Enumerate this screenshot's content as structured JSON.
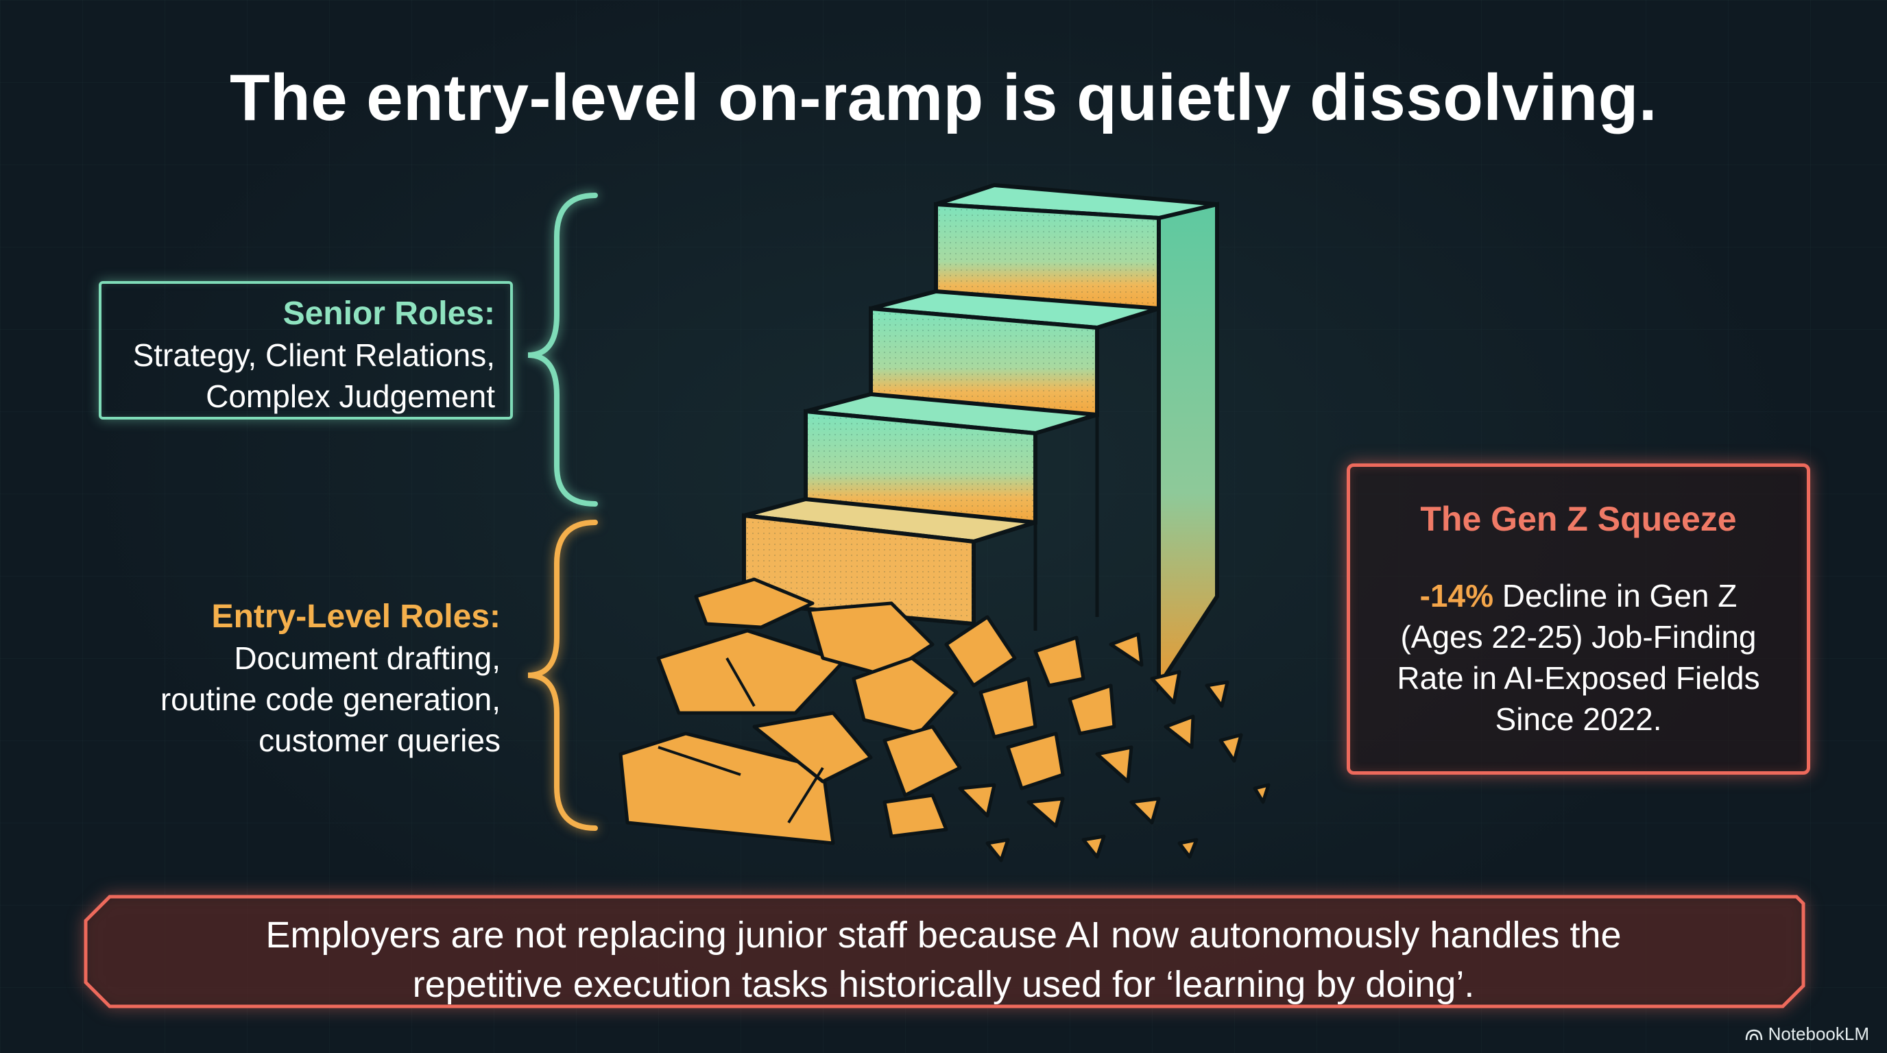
{
  "title": "The entry-level on-ramp is quietly dissolving.",
  "senior": {
    "heading": "Senior Roles:",
    "lines": [
      "Strategy, Client Relations,",
      "Complex Judgement"
    ]
  },
  "entry": {
    "heading": "Entry-Level Roles:",
    "lines": [
      "Document drafting,",
      "routine code generation,",
      "customer queries"
    ]
  },
  "squeeze": {
    "heading": "The Gen Z Squeeze",
    "stat": "-14%",
    "text_after_stat": " Decline in Gen Z (Ages 22-25) Job-Finding Rate in AI-Exposed Fields Since 2022."
  },
  "footer": {
    "line1": "Employers are not replacing junior staff because AI now autonomously handles the",
    "line2": "repetitive execution tasks historically used for ‘learning by doing’."
  },
  "brand": "NotebookLM",
  "colors": {
    "senior_accent": "#7fdcb8",
    "entry_accent": "#f5b04c",
    "alert_accent": "#ee6a5c",
    "background": "#0f1a22"
  }
}
